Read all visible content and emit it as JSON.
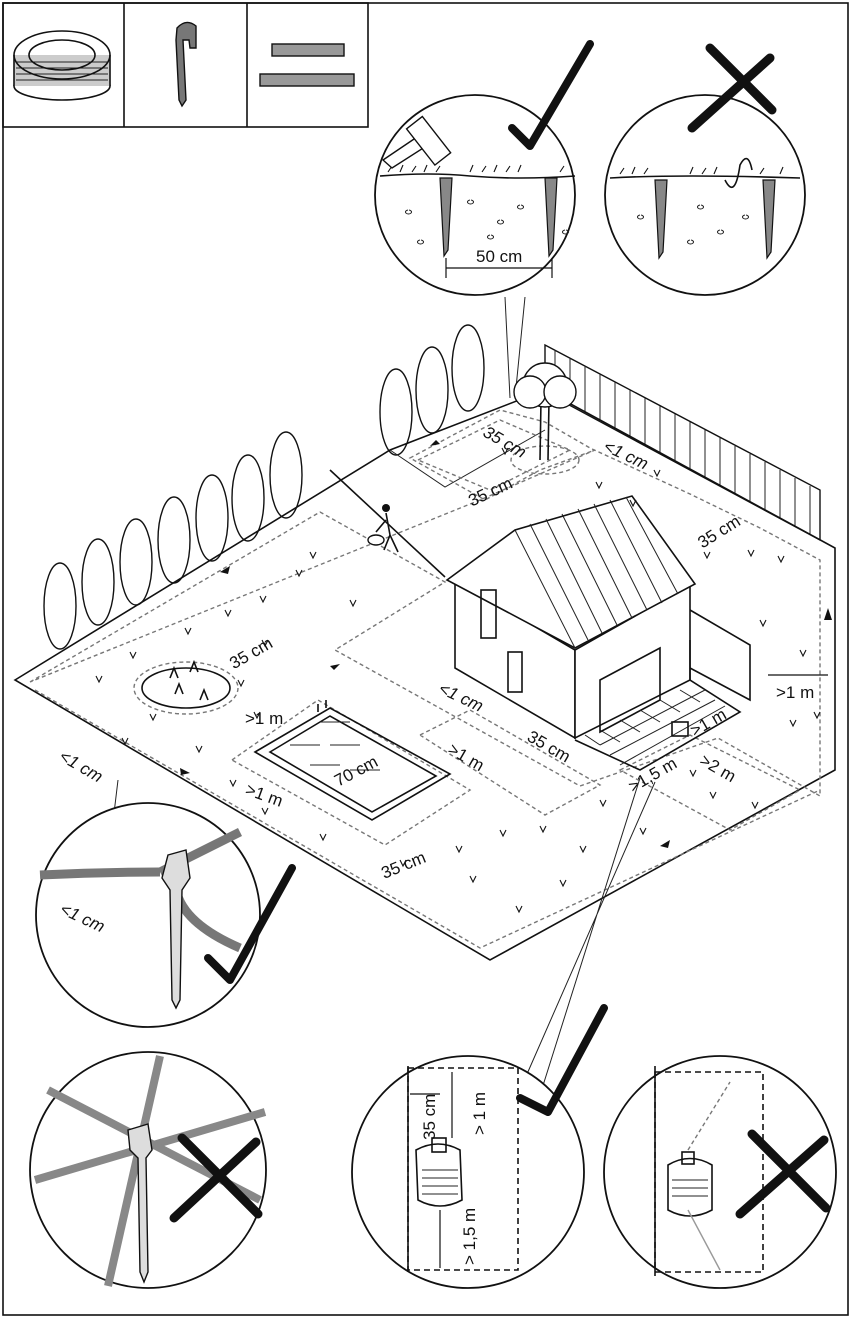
{
  "labels": {
    "tree_top_35": "35 cm",
    "tree_side_35": "35 cm",
    "tree_lt1": "<1 cm",
    "fence_35": "35 cm",
    "garden_35": "35 cm",
    "pool_gt1_a": ">1 m",
    "pool_gt1_b": ">1 m",
    "pool_gt1_c": ">1 m",
    "pool_lt1": "<1 cm",
    "pool_70": "70 cm",
    "left_lt1": "<1 cm",
    "front_35": "35 cm",
    "house_35": "35 cm",
    "station_gt15": ">1,5 m",
    "station_gt1": ">1 m",
    "station_gt2": ">2 m",
    "right_gt1": ">1 m",
    "peg_spacing": "50 cm",
    "detail_lt1": "<1 cm",
    "dock_35": "35 cm",
    "dock_gt1": "> 1 m",
    "dock_gt15": "> 1,5 m"
  },
  "icons": [
    "wire-coil-icon",
    "peg-icon",
    "ruler-icon",
    "check-icon",
    "cross-icon"
  ],
  "colors": {
    "ink": "#111111",
    "wire": "#777777",
    "background": "#ffffff"
  }
}
